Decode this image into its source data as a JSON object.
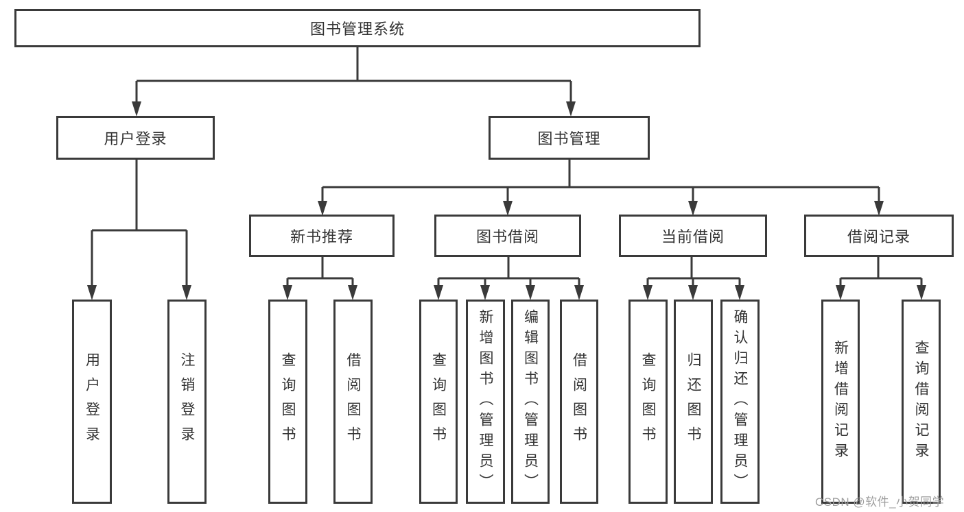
{
  "diagram": {
    "type": "hierarchy-tree",
    "background": "#ffffff",
    "colors": {
      "line": "#3a3a3a",
      "box_border": "#3a3a3a",
      "text": "#333333",
      "watermark_text": "#9e9e9e"
    }
  },
  "tree": {
    "label": "图书管理系统",
    "children": [
      {
        "label": "用户登录",
        "children": [
          {
            "label": "用户登录"
          },
          {
            "label": "注销登录"
          }
        ]
      },
      {
        "label": "图书管理",
        "children": [
          {
            "label": "新书推荐",
            "children": [
              {
                "label": "查询图书"
              },
              {
                "label": "借阅图书"
              }
            ]
          },
          {
            "label": "图书借阅",
            "children": [
              {
                "label": "查询图书"
              },
              {
                "label": "新增图书（管理员）"
              },
              {
                "label": "编辑图书（管理员）"
              },
              {
                "label": "借阅图书"
              }
            ]
          },
          {
            "label": "当前借阅",
            "children": [
              {
                "label": "查询图书"
              },
              {
                "label": "归还图书"
              },
              {
                "label": "确认归还（管理员）"
              }
            ]
          },
          {
            "label": "借阅记录",
            "children": [
              {
                "label": "新增借阅记录"
              },
              {
                "label": "查询借阅记录"
              }
            ]
          }
        ]
      }
    ]
  },
  "watermark": {
    "text": "CSDN @软件_小贺同学"
  }
}
